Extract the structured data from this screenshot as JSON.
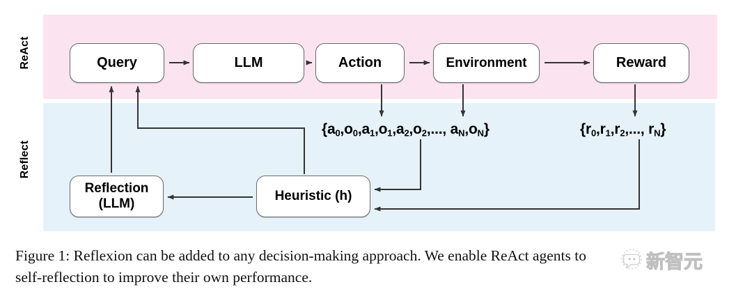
{
  "figure": {
    "bands": [
      {
        "id": "react",
        "label": "ReAct",
        "color": "#fbe4ef"
      },
      {
        "id": "reflect",
        "label": "Reflect",
        "color": "#e6f2f9"
      }
    ],
    "nodes": [
      {
        "id": "query",
        "label": "Query",
        "band": "react"
      },
      {
        "id": "llm",
        "label": "LLM",
        "band": "react"
      },
      {
        "id": "action",
        "label": "Action",
        "band": "react"
      },
      {
        "id": "environment",
        "label": "Environment",
        "band": "react"
      },
      {
        "id": "reward",
        "label": "Reward",
        "band": "react"
      },
      {
        "id": "reflection",
        "label": "Reflection\n(LLM)",
        "line1": "Reflection",
        "line2": "(LLM)",
        "band": "reflect"
      },
      {
        "id": "heuristic",
        "label": "Heuristic (h)",
        "band": "reflect"
      }
    ],
    "formulas": {
      "trajectory": "{a0,o0,a1,o1,a2,o2,..., aN,oN}",
      "rewards": "{r0,r1,r2,..., rN}"
    },
    "edges": [
      {
        "from": "query",
        "to": "llm",
        "kind": "straight"
      },
      {
        "from": "llm",
        "to": "action",
        "kind": "straight"
      },
      {
        "from": "action",
        "to": "environment",
        "kind": "straight"
      },
      {
        "from": "environment",
        "to": "reward",
        "kind": "straight"
      },
      {
        "from": "action",
        "to": "trajectory",
        "kind": "down"
      },
      {
        "from": "environment",
        "to": "trajectory",
        "kind": "down"
      },
      {
        "from": "reward",
        "to": "rewards",
        "kind": "down"
      },
      {
        "from": "trajectory",
        "to": "heuristic",
        "kind": "elbow"
      },
      {
        "from": "rewards",
        "to": "heuristic",
        "kind": "elbow"
      },
      {
        "from": "heuristic",
        "to": "reflection",
        "kind": "straight"
      },
      {
        "from": "heuristic",
        "to": "query",
        "kind": "elbow"
      },
      {
        "from": "reflection",
        "to": "query",
        "kind": "up"
      }
    ],
    "stroke_color": "#333333",
    "node_border_color": "#6b6b6b"
  },
  "caption": {
    "line1": "Figure 1: Reflexion can be added to any decision-making approach. We enable ReAct agents to",
    "line2": "self-reflection to improve their own performance."
  },
  "watermark": {
    "text": "新智元"
  }
}
